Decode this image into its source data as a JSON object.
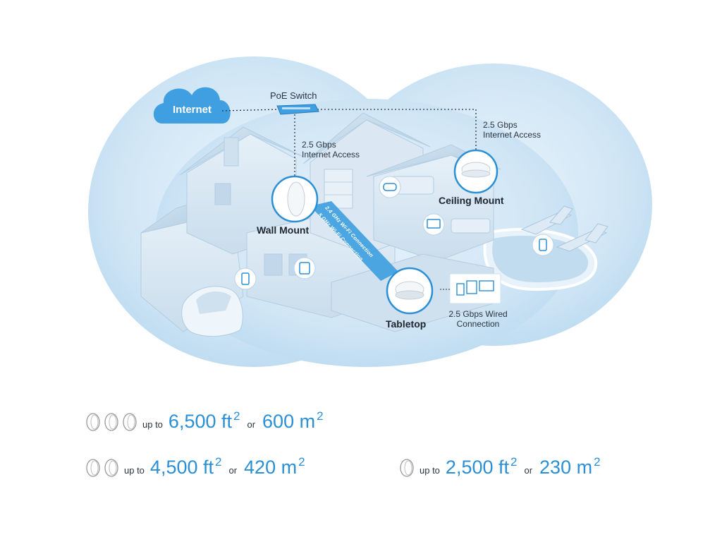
{
  "diagram": {
    "cloud_label": "Internet",
    "switch_label": "PoE Switch",
    "wall_speed": [
      "2.5 Gbps",
      "Internet Access"
    ],
    "ceiling_speed": [
      "2.5 Gbps",
      "Internet Access"
    ],
    "wall_mount_label": "Wall Mount",
    "ceiling_mount_label": "Ceiling Mount",
    "tabletop_label": "Tabletop",
    "wired_label": [
      "2.5 Gbps Wired",
      "Connection"
    ],
    "wifi_24": "2.4 GHz Wi-Fi Connection",
    "wifi_5": "5 GHz Wi-Fi Connection",
    "colors": {
      "accent": "#2b8fd6",
      "cloud": "#3f9fe0",
      "house": "#dbe9f4",
      "bg_blob": "#cfe5f5"
    }
  },
  "coverage": [
    {
      "units": 3,
      "up_to": "up to",
      "sqft": "6,500 ft",
      "or": "or",
      "sqm": "600 m",
      "exp": "2"
    },
    {
      "units": 2,
      "up_to": "up to",
      "sqft": "4,500 ft",
      "or": "or",
      "sqm": "420 m",
      "exp": "2"
    },
    {
      "units": 1,
      "up_to": "up to",
      "sqft": "2,500 ft",
      "or": "or",
      "sqm": "230 m",
      "exp": "2"
    }
  ]
}
